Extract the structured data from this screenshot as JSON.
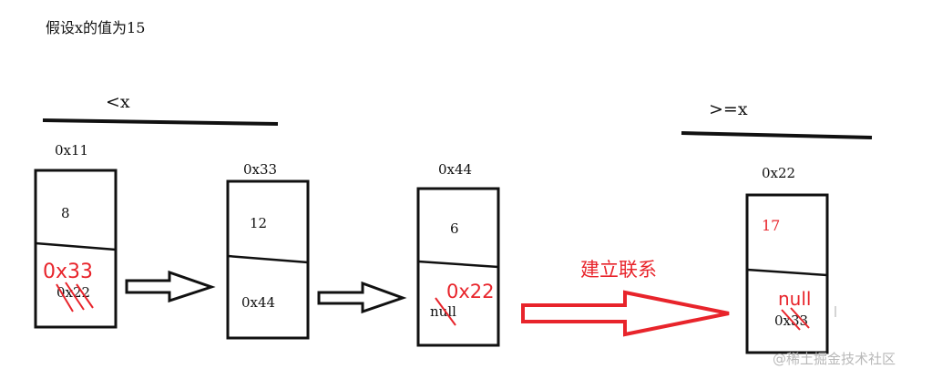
{
  "title": "假设x的值为15",
  "colors": {
    "ink": "#111111",
    "red": "#e8242b",
    "watermark": "#b8b8b8"
  },
  "left_list": {
    "label": "<x",
    "nodes": [
      {
        "address": "0x11",
        "value": "8",
        "next": "0x22",
        "next_overwrite": "0x33"
      },
      {
        "address": "0x33",
        "value": "12",
        "next": "0x44"
      },
      {
        "address": "0x44",
        "value": "6",
        "next": "null",
        "next_overwrite": "0x22"
      }
    ]
  },
  "right_list": {
    "label": ">=x",
    "nodes": [
      {
        "address": "0x22",
        "value": "17",
        "next": "0x33",
        "next_overwrite": "null"
      }
    ]
  },
  "connect_label": "建立联系",
  "watermark": "@稀土掘金技术社区"
}
